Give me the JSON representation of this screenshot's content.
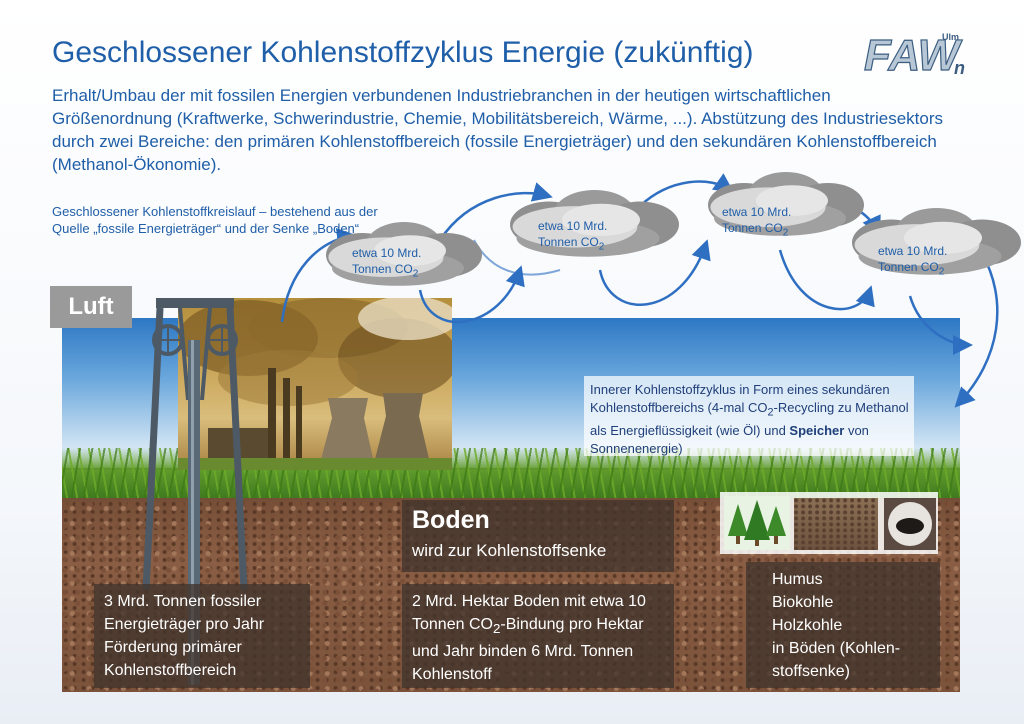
{
  "title": "Geschlossener Kohlenstoffzyklus Energie (zukünftig)",
  "intro": "Erhalt/Umbau der mit fossilen Energien verbundenen Industriebranchen in der heutigen wirtschaftlichen Größenordnung (Kraftwerke, Schwerindustrie, Chemie, Mobilitätsbereich, Wärme, ...). Abstützung des Industriesektors durch zwei Bereiche: den primären Kohlenstoffbereich (fossile Energieträger) und den sekundären Kohlenstoffbereich (Methanol-Ökonomie).",
  "caption": "Geschlossener Kohlenstoffkreislauf – bestehend aus der Quelle „fossile Energieträger“ und der Senke „Boden“",
  "logo": {
    "text": "FAW",
    "sub": "n",
    "city": "Ulm"
  },
  "luft_label": "Luft",
  "clouds": [
    {
      "line1": "etwa 10 Mrd.",
      "line2": "Tonnen CO",
      "sub": "2"
    },
    {
      "line1": "etwa 10 Mrd.",
      "line2": "Tonnen CO",
      "sub": "2"
    },
    {
      "line1": "etwa 10 Mrd.",
      "line2": "Tonnen CO",
      "sub": "2"
    },
    {
      "line1": "etwa 10 Mrd.",
      "line2": "Tonnen CO",
      "sub": "2"
    }
  ],
  "inner_cycle": {
    "part1": "Innerer Kohlenstoffzyklus in Form eines sekundären Kohlenstoffbereichs (4-mal CO",
    "sub": "2",
    "part2": "-Recycling zu Methanol als Energieflüssigkeit (wie Öl) und ",
    "bold": "Speicher",
    "part3": " von Sonnenenergie)"
  },
  "boden": {
    "title": "Boden",
    "subtitle": "wird zur Kohlenstoffsenke"
  },
  "box_left": {
    "text": "3 Mrd. Tonnen fossiler Energieträger pro Jahr Förderung primärer Kohlenstoffbereich"
  },
  "box_mid": {
    "part1": "2 Mrd. Hektar Boden mit etwa 10 Tonnen CO",
    "sub": "2",
    "part2": "-Bindung pro Hektar und Jahr binden 6 Mrd. Tonnen Kohlenstoff"
  },
  "box_right": {
    "lines": [
      "Humus",
      "Biokohle",
      "Holzkohle",
      "in Böden (Kohlen-",
      "stoffsenke)"
    ]
  },
  "colors": {
    "title_blue": "#1f5ea8",
    "arrow_blue": "#2f6fc2",
    "box_dark": "#41342d"
  }
}
